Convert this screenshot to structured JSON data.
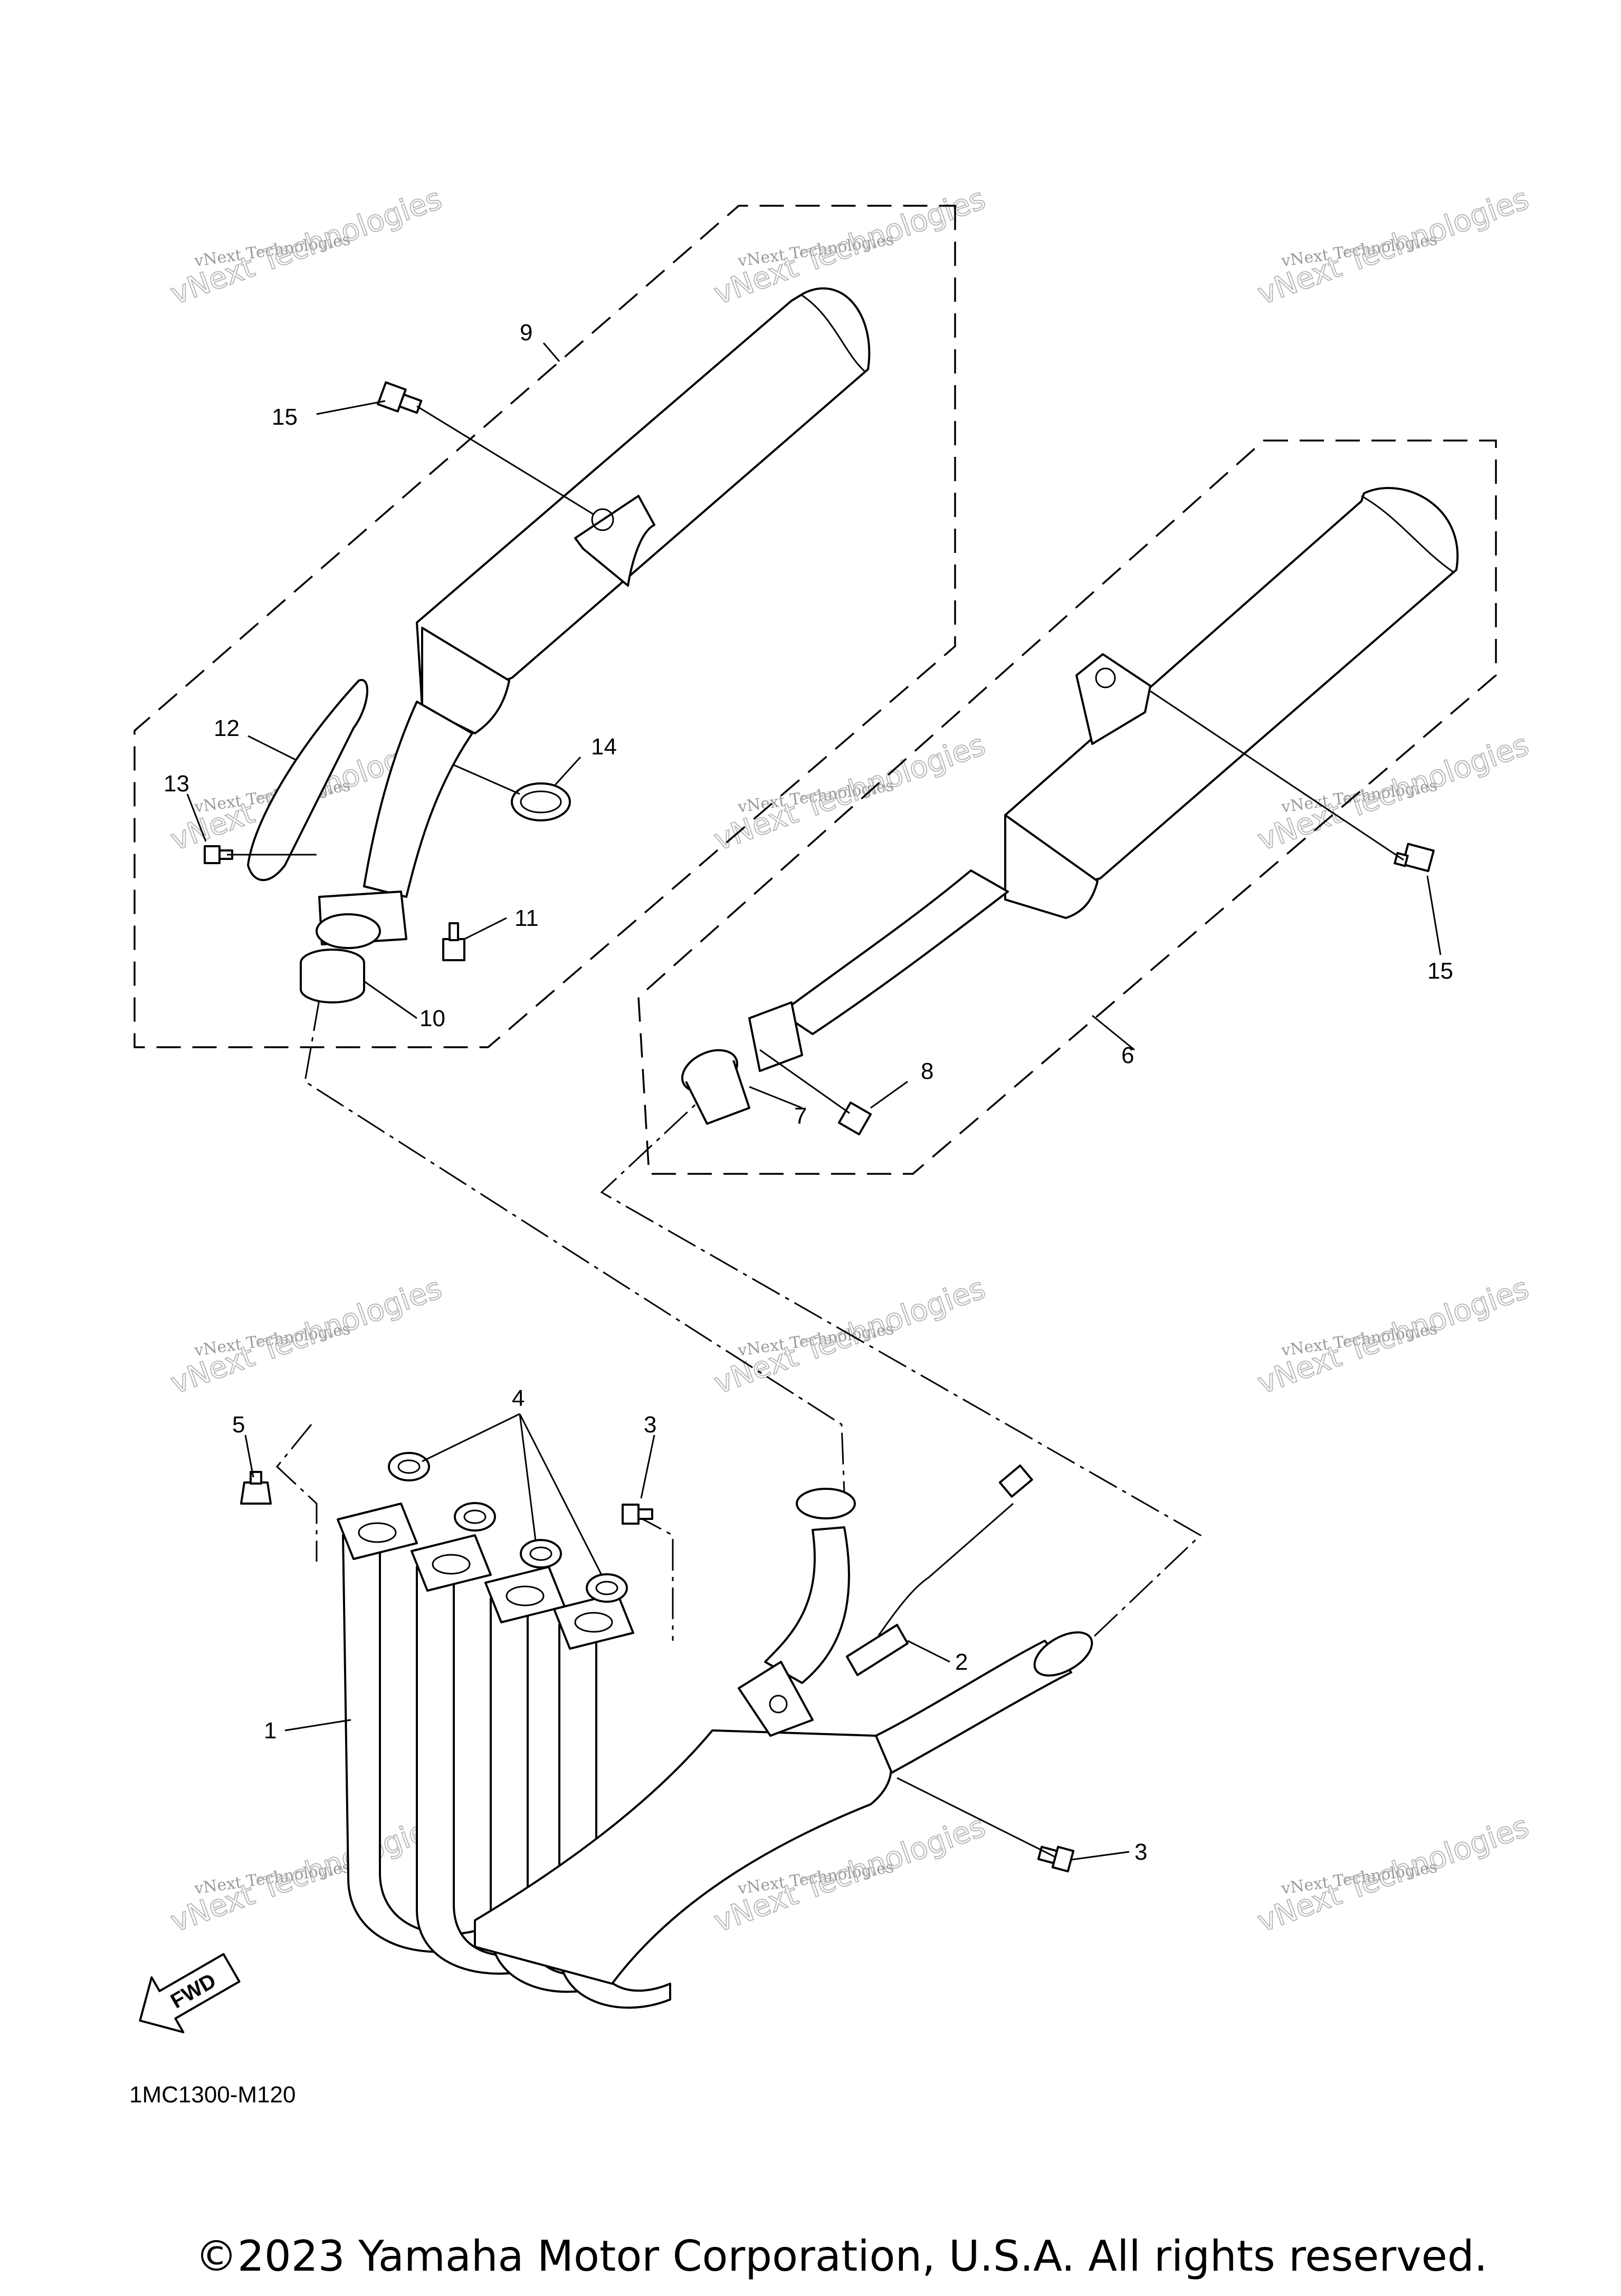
{
  "diagram": {
    "callouts": [
      {
        "id": "1",
        "label": "1"
      },
      {
        "id": "2",
        "label": "2"
      },
      {
        "id": "3a",
        "label": "3"
      },
      {
        "id": "3b",
        "label": "3"
      },
      {
        "id": "4",
        "label": "4"
      },
      {
        "id": "5",
        "label": "5"
      },
      {
        "id": "6",
        "label": "6"
      },
      {
        "id": "7",
        "label": "7"
      },
      {
        "id": "8",
        "label": "8"
      },
      {
        "id": "9",
        "label": "9"
      },
      {
        "id": "10",
        "label": "10"
      },
      {
        "id": "11",
        "label": "11"
      },
      {
        "id": "12",
        "label": "12"
      },
      {
        "id": "13",
        "label": "13"
      },
      {
        "id": "14",
        "label": "14"
      },
      {
        "id": "15a",
        "label": "15"
      },
      {
        "id": "15b",
        "label": "15"
      }
    ],
    "fwd_label": "FWD",
    "diagram_code": "1MC1300-M120"
  },
  "watermark": {
    "small_text": "vNext Technologies",
    "big_text": "vNext Technologies"
  },
  "footer": {
    "copyright": "©2023 Yamaha Motor Corporation, U.S.A. All rights reserved."
  }
}
